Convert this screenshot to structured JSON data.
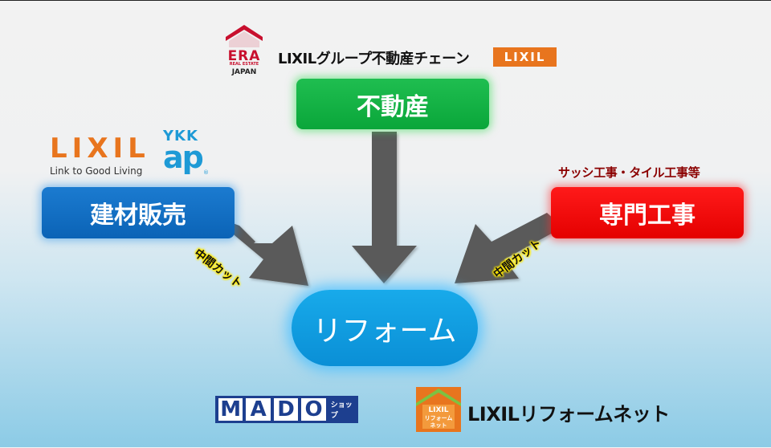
{
  "top": {
    "era_logo": {
      "name": "ERA",
      "sub": "REAL ESTATE",
      "country": "JAPAN"
    },
    "chain_label": "LIXILグループ不動産チェーン",
    "lixil_badge": "LIXIL",
    "real_estate_box": "不動産"
  },
  "left": {
    "lixil_logo": "LIXIL",
    "lixil_tagline": "Link to Good Living",
    "ykk_logo": {
      "top": "YKK",
      "bottom": "ap",
      "mark": "®"
    },
    "materials_box": "建材販売",
    "cut_label": "中間カット"
  },
  "right": {
    "specialist_label": "サッシ工事・タイル工事等",
    "specialist_box": "専門工事",
    "cut_label": "中間カット"
  },
  "center": {
    "reform_box": "リフォーム"
  },
  "bottom": {
    "mado_logo": {
      "letters": [
        "M",
        "A",
        "D",
        "O"
      ],
      "suffix": "ショップ"
    },
    "lixil_reform_icon": {
      "line1": "LIXIL",
      "line2": "リフォーム",
      "line3": "ネット"
    },
    "lixil_reform_label": "LIXILリフォームネット"
  },
  "colors": {
    "real_estate": "#0aa63a",
    "materials": "#0b63b6",
    "specialist": "#e40000",
    "reform": "#0a8fd6",
    "arrow": "#5a5a5a",
    "lixil_orange": "#e8751e",
    "cut_highlight": "#ffe800"
  }
}
